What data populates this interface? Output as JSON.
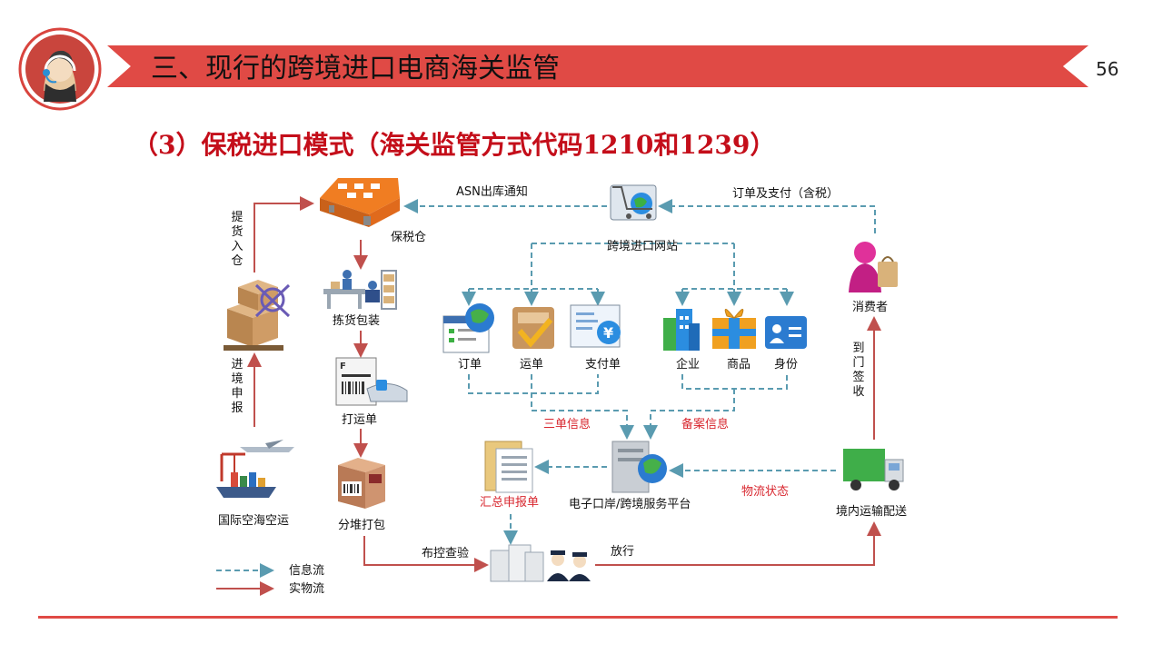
{
  "header": {
    "title": "三、现行的跨境进口电商海关监管",
    "page_number": "56",
    "accent_color": "#e04a45"
  },
  "subtitle": "（3）保税进口模式（海关监管方式代码1210和1239）",
  "diagram": {
    "nodes": {
      "bonded_warehouse": "保税仓",
      "picking_packing": "拣货包装",
      "print_waybill": "打运单",
      "pile_packing": "分堆打包",
      "intl_transport": "国际空海空运",
      "website": "跨境进口网站",
      "order": "订单",
      "waybill": "运单",
      "payment": "支付单",
      "enterprise": "企业",
      "goods": "商品",
      "identity": "身份",
      "consumer": "消费者",
      "platform": "电子口岸/跨境服务平台",
      "summary_declaration": "汇总申报单",
      "domestic_delivery": "境内运输配送"
    },
    "edge_labels": {
      "asn": "ASN出库通知",
      "order_payment": "订单及支付（含税）",
      "three_docs": "三单信息",
      "filing_info": "备案信息",
      "logistics_status": "物流状态",
      "inspection": "布控查验",
      "release": "放行",
      "pickup": "提货入仓",
      "entry_declaration": "进境申报",
      "door_signing": "到门签收"
    },
    "legend": {
      "info_flow": "信息流",
      "physical_flow": "实物流"
    },
    "colors": {
      "info_flow": "#5a9bb0",
      "physical_flow": "#c0504d",
      "red_text": "#d8262e"
    }
  }
}
